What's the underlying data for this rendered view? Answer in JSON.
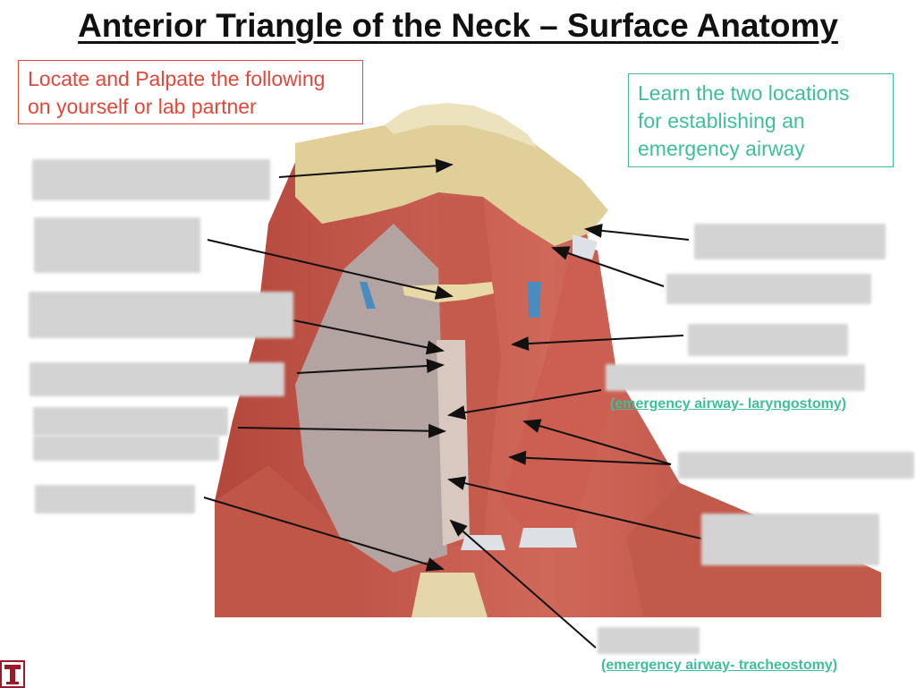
{
  "title": "Anterior Triangle of the Neck – Surface Anatomy",
  "instruction_box": {
    "lines": [
      "Locate and Palpate the following",
      "on yourself or lab partner"
    ]
  },
  "learn_box": {
    "lines": [
      "Learn the two locations",
      "for establishing an",
      "emergency airway"
    ]
  },
  "notes": {
    "laryngostomy": "(emergency airway- laryngostomy)",
    "tracheostomy": "(emergency airway- tracheostomy)"
  },
  "colors": {
    "red_text": "#e0483b",
    "green_text": "#3fbf98",
    "muscle": "#c8574a",
    "bone": "#e0cf98",
    "fascia": "#b8a6a4",
    "label_redaction": "#d3d3d3"
  },
  "icons": {
    "logo": "temple-university-t-logo-icon"
  }
}
